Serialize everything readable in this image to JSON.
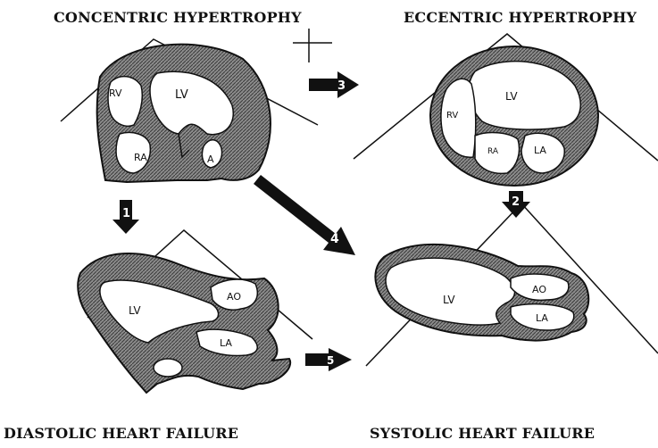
{
  "titles": {
    "concentric": "CONCENTRIC HYPERTROPHY",
    "eccentric": "ECCENTRIC HYPERTROPHY",
    "diastolic": "DIASTOLIC HEART FAILURE",
    "systolic": "SYSTOLIC HEART FAILURE"
  },
  "panels": {
    "concentric": {
      "rv": "RV",
      "lv": "LV",
      "ra": "RA",
      "la": "A"
    },
    "eccentric": {
      "rv": "RV",
      "lv": "LV",
      "ra": "RA",
      "la": "LA"
    },
    "diastolic": {
      "lv": "LV",
      "ao": "AO",
      "la": "LA"
    },
    "systolic": {
      "lv": "LV",
      "ao": "AO",
      "la": "LA"
    }
  },
  "arrows": {
    "a1": "1",
    "a2": "2",
    "a3": "3",
    "a4": "4",
    "a5": "5"
  },
  "colors": {
    "ink": "#111111",
    "wall": "#8c8c8c",
    "chamber": "#ffffff"
  }
}
